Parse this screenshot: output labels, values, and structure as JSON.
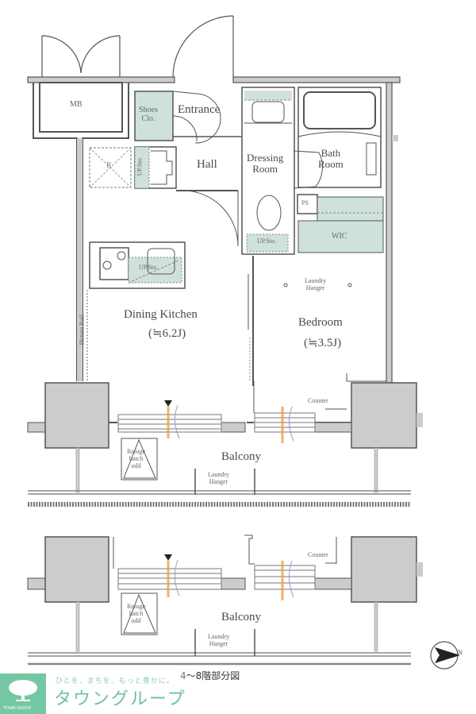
{
  "floor_plan": {
    "rooms": {
      "mb": "MB",
      "shoes_closet_1": "Shoes",
      "shoes_closet_2": "Clo.",
      "entrance": "Entrance",
      "hall": "Hall",
      "dressing_1": "Dressing",
      "dressing_2": "Room",
      "bath_1": "Bath",
      "bath_2": "Room",
      "ps": "PS",
      "wic": "WIC",
      "refrigerator": "R",
      "dining_kitchen": "Dining Kitchen",
      "dining_kitchen_size": "(≒6.2J)",
      "bedroom": "Bedroom",
      "bedroom_size": "(≒3.5J)"
    },
    "annotations": {
      "up_sto_hall": "UP.Sto.",
      "up_sto_kitchen": "UP.Sto.",
      "up_sto_toilet": "UP.Sto.",
      "laundry_hanger_bedroom_1": "Laundry",
      "laundry_hanger_bedroom_2": "Hanger",
      "picture_rail": "Picture Rail",
      "counter_upper": "Counter",
      "counter_lower": "Counter"
    },
    "balcony_upper": {
      "label": "Balcony",
      "refuge_1": "Refuge",
      "refuge_2": "hatch",
      "refuge_3": "odd",
      "hanger_1": "Laundry",
      "hanger_2": "Hanger"
    },
    "balcony_lower": {
      "label": "Balcony",
      "refuge_1": "Refuge",
      "refuge_2": "hatch",
      "refuge_3": "odd",
      "hanger_1": "Laundry",
      "hanger_2": "Hanger"
    },
    "compass": "N",
    "caption_num": "4",
    "caption_text": "〜8階部分図"
  },
  "branding": {
    "tagline": "ひとを、まちを、もっと豊かに。",
    "brand_name": "タウングループ",
    "logo_text": "TOWN GROUP"
  },
  "colors": {
    "wall": "#555555",
    "wall_fill": "#cccccc",
    "storage_fill": "#cfe1dc",
    "logo_green": "#74c7a3",
    "sash_orange": "#f0a040",
    "sash_purple": "#9a9ad0"
  }
}
